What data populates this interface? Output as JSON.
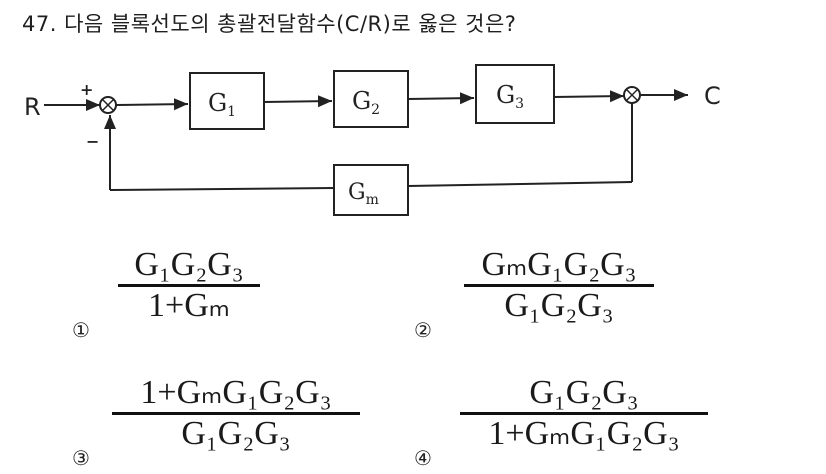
{
  "question": {
    "number": "47.",
    "text": "다음 블록선도의 총괄전달함수(C/R)로 옳은 것은?"
  },
  "diagram": {
    "input_label": "R",
    "output_label": "C",
    "plus_sign": "+",
    "minus_sign": "−",
    "blocks": [
      {
        "base": "G",
        "sub": "1"
      },
      {
        "base": "G",
        "sub": "2"
      },
      {
        "base": "G",
        "sub": "3"
      },
      {
        "base": "G",
        "sub": "m"
      }
    ]
  },
  "options": [
    {
      "marker": "①",
      "numerator": "G₁G₂G₃",
      "denominator": "1+Gₘ"
    },
    {
      "marker": "②",
      "numerator": "GₘG₁G₂G₃",
      "denominator": "G₁G₂G₃"
    },
    {
      "marker": "③",
      "numerator": "1+GₘG₁G₂G₃",
      "denominator": "G₁G₂G₃"
    },
    {
      "marker": "④",
      "numerator": "G₁G₂G₃",
      "denominator": "1+GₘG₁G₂G₃"
    }
  ]
}
